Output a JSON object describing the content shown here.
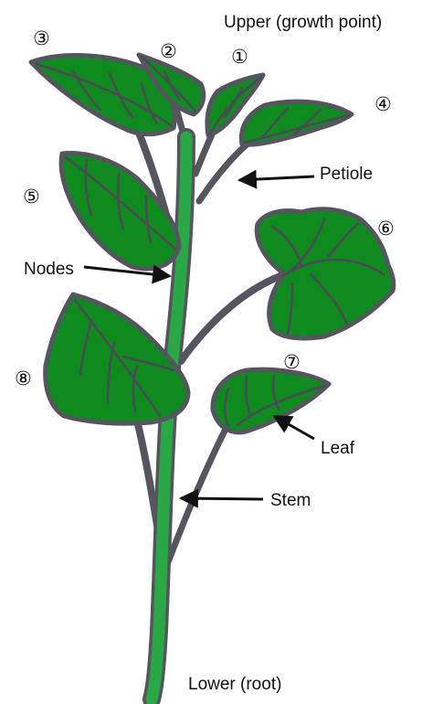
{
  "labels": {
    "upper": "Upper (growth point)",
    "lower": "Lower (root)",
    "petiole": "Petiole",
    "nodes": "Nodes",
    "leaf": "Leaf",
    "stem": "Stem"
  },
  "leaf_numbers": [
    "①",
    "②",
    "③",
    "④",
    "⑤",
    "⑥",
    "⑦",
    "⑧"
  ],
  "colors": {
    "leaf_fill": "#0f8a1f",
    "stem_fill": "#2aa845",
    "outline": "#55555f",
    "vein": "#4a4a55",
    "arrow": "#111111"
  }
}
